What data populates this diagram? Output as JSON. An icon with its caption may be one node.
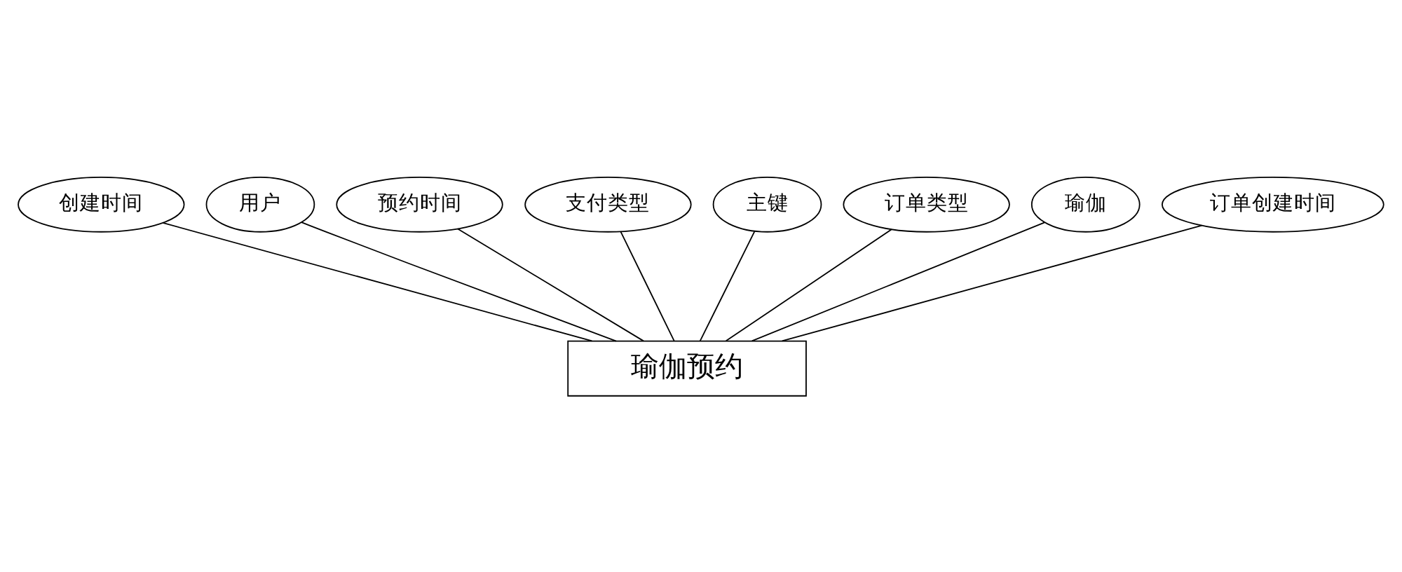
{
  "diagram": {
    "nodes": [
      {
        "text": [
          "创建时间"
        ]
      },
      {
        "text": [
          "用户"
        ]
      },
      {
        "text": [
          "预约时间"
        ]
      },
      {
        "text": [
          "支付类型"
        ]
      },
      {
        "text": [
          "主键"
        ]
      },
      {
        "text": [
          "订单类型"
        ]
      },
      {
        "text": [
          "瑜伽"
        ]
      },
      {
        "text": [
          "订单创建时间"
        ]
      },
      {
        "text": [
          "瑜伽预约"
        ]
      }
    ],
    "edges": [
      {
        "from": 8,
        "to": 0,
        "arrow": "none"
      },
      {
        "from": 8,
        "to": 1,
        "arrow": "none"
      },
      {
        "from": 8,
        "to": 2,
        "arrow": "none"
      },
      {
        "from": 8,
        "to": 3,
        "arrow": "none"
      },
      {
        "from": 8,
        "to": 4,
        "arrow": "none"
      },
      {
        "from": 8,
        "to": 5,
        "arrow": "none"
      },
      {
        "from": 8,
        "to": 6,
        "arrow": "none"
      },
      {
        "from": 8,
        "to": 7,
        "arrow": "none"
      }
    ]
  }
}
